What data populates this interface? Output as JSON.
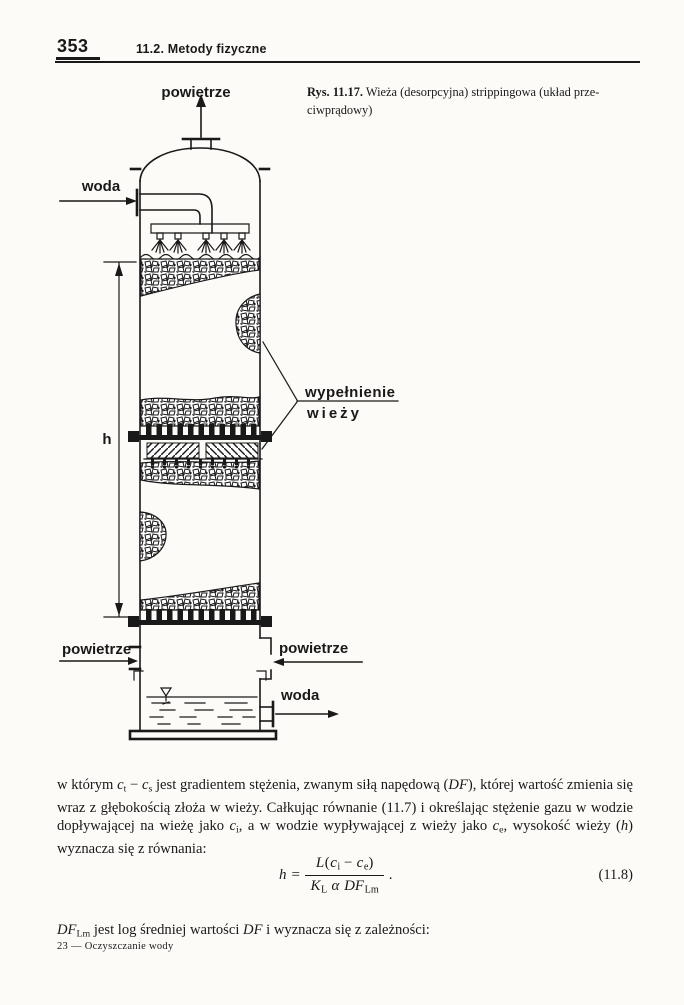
{
  "header": {
    "page_number": "353",
    "section": "11.2. Metody fizyczne"
  },
  "caption": {
    "label": "Rys. 11.17.",
    "line1": " Wieża (desorpcyjna) strippingowa (układ prze-",
    "line2": "ciwprądowy)"
  },
  "diagram": {
    "air_top": "powietrze",
    "water_in": "woda",
    "height_label": "h",
    "packing_label_1": "wypełnienie",
    "packing_label_2": "wieży",
    "air_left": "powietrze",
    "air_right": "powietrze",
    "water_out": "woda"
  },
  "para1": {
    "segments": [
      "w którym ",
      "c",
      "t",
      " − ",
      "c",
      "s",
      " jest gradientem stężenia, zwanym siłą napędową (",
      "DF",
      "), której wartość zmienia się wraz z głębokością złoża w wieży. Całkując równanie (11.7) i określając stężenie gazu w wodzie dopływającej na wieżę jako ",
      "c",
      "i",
      ", a w wodzie wypływającej z wieży jako ",
      "c",
      "e",
      ", wysokość wieży (",
      "h",
      ") wyznacza się z równania:"
    ]
  },
  "equation": {
    "lhs": "h",
    "rel": "=",
    "num": {
      "L": "L",
      "p1": "(",
      "v1": "c",
      "s1": "i",
      "op": " − ",
      "v2": "c",
      "s2": "e",
      "p2": ")"
    },
    "den": {
      "K": "K",
      "sK": "L",
      "alpha": "α",
      "DF": "DF",
      "sDF": "Lm"
    },
    "dot": ".",
    "tag": "(11.8)"
  },
  "para2": {
    "segments": [
      "DF",
      "Lm",
      " jest log średniej wartości ",
      "DF",
      " i wyznacza się z zależności:"
    ]
  },
  "footer": {
    "note": "23 — Oczyszczanie wody"
  }
}
